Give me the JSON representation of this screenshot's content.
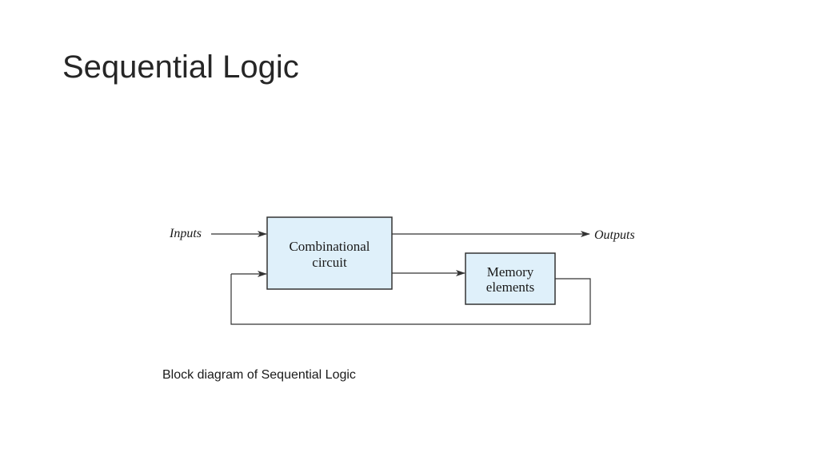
{
  "title": "Sequential Logic",
  "diagram": {
    "inputs_label": "Inputs",
    "outputs_label": "Outputs",
    "combinational_block": {
      "line1": "Combinational",
      "line2": "circuit"
    },
    "memory_block": {
      "line1": "Memory",
      "line2": "elements"
    },
    "block_fill": "#dff0fa",
    "line_color": "#333333"
  },
  "caption": "Block diagram of Sequential Logic"
}
